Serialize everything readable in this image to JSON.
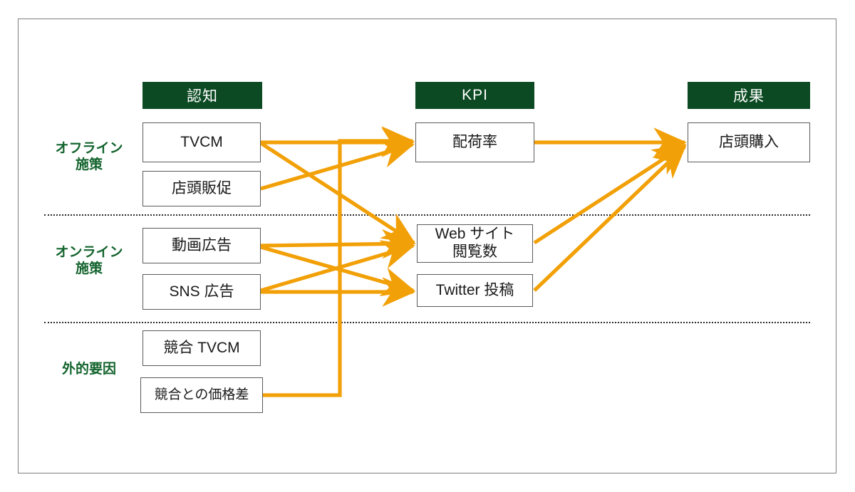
{
  "diagram": {
    "title_present": false,
    "colors": {
      "header_green": "#0b4a22",
      "label_green": "#14642e",
      "arrow_orange": "#f2a007",
      "node_border": "#5a5a5a",
      "frame_border": "#7f7f7f",
      "divider": "#2b2b2b"
    },
    "columns": [
      {
        "id": "awareness",
        "label": "認知"
      },
      {
        "id": "kpi",
        "label": "KPI"
      },
      {
        "id": "outcome",
        "label": "成果"
      }
    ],
    "row_labels": [
      {
        "id": "offline",
        "line1": "オフライン",
        "line2": "施策"
      },
      {
        "id": "online",
        "line1": "オンライン",
        "line2": "施策"
      },
      {
        "id": "external",
        "line1": "外的要因",
        "line2": ""
      }
    ],
    "nodes": [
      {
        "id": "tvcm",
        "label": "TVCM",
        "column": "awareness",
        "row": "offline"
      },
      {
        "id": "instore",
        "label": "店頭販促",
        "column": "awareness",
        "row": "offline"
      },
      {
        "id": "videoad",
        "label": "動画広告",
        "column": "awareness",
        "row": "online"
      },
      {
        "id": "snsad",
        "label": "SNS 広告",
        "column": "awareness",
        "row": "online"
      },
      {
        "id": "comptvcm",
        "label": "競合 TVCM",
        "column": "awareness",
        "row": "external"
      },
      {
        "id": "pricegap",
        "label": "競合との価格差",
        "column": "awareness",
        "row": "external"
      },
      {
        "id": "distribution",
        "label": "配荷率",
        "column": "kpi",
        "row": "offline"
      },
      {
        "id": "websiteviews",
        "label_line1": "Web サイト",
        "label_line2": "閲覧数",
        "column": "kpi",
        "row": "online"
      },
      {
        "id": "twitterpost",
        "label": "Twitter 投稿",
        "column": "kpi",
        "row": "online"
      },
      {
        "id": "storepurchase",
        "label": "店頭購入",
        "column": "outcome",
        "row": "offline"
      }
    ],
    "edges": [
      {
        "from": "tvcm",
        "to": "distribution"
      },
      {
        "from": "tvcm",
        "to": "websiteviews"
      },
      {
        "from": "instore",
        "to": "distribution"
      },
      {
        "from": "videoad",
        "to": "websiteviews"
      },
      {
        "from": "videoad",
        "to": "twitterpost"
      },
      {
        "from": "snsad",
        "to": "websiteviews"
      },
      {
        "from": "snsad",
        "to": "twitterpost"
      },
      {
        "from": "pricegap",
        "to": "distribution"
      },
      {
        "from": "distribution",
        "to": "storepurchase"
      },
      {
        "from": "websiteviews",
        "to": "storepurchase"
      },
      {
        "from": "twitterpost",
        "to": "storepurchase"
      }
    ]
  }
}
